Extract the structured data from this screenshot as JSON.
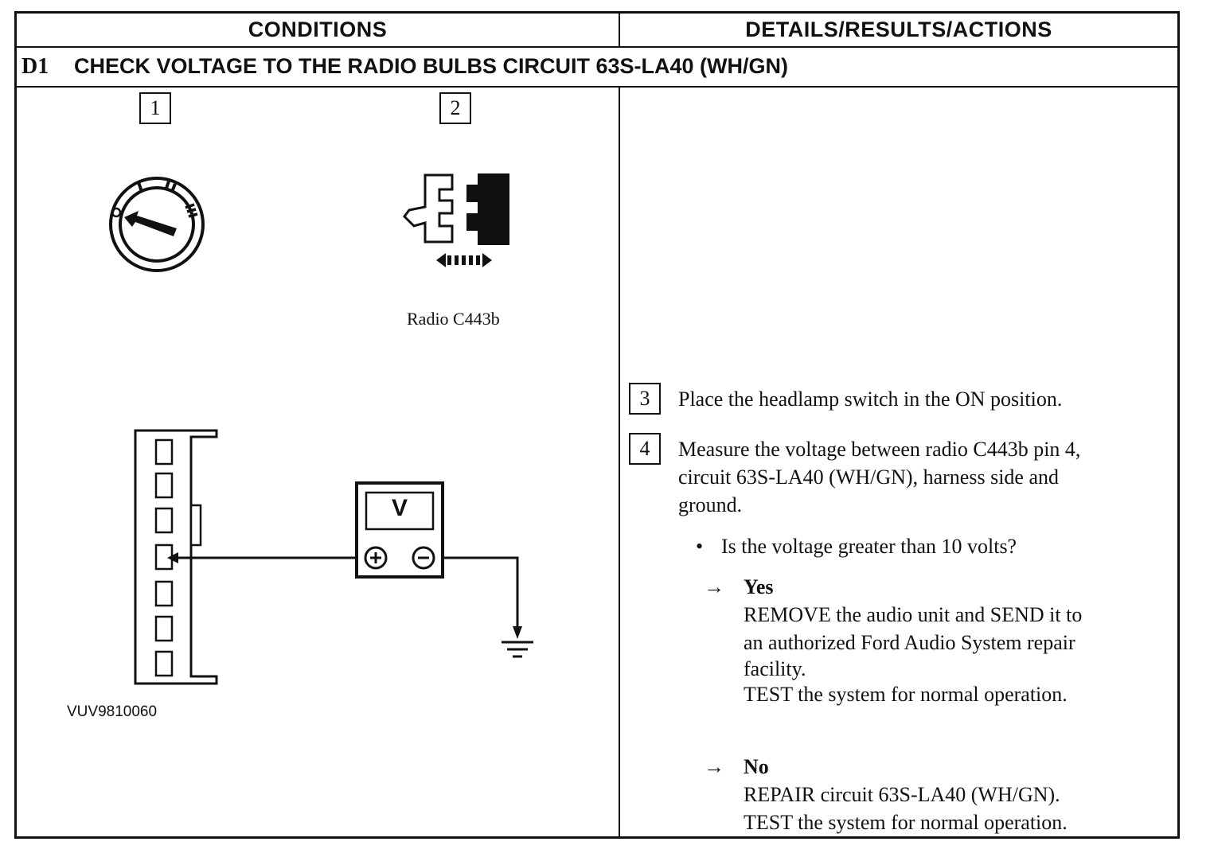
{
  "header": {
    "conditions_label": "CONDITIONS",
    "details_label": "DETAILS/RESULTS/ACTIONS"
  },
  "step": {
    "id": "D1",
    "title": "CHECK VOLTAGE TO THE RADIO BULBS CIRCUIT 63S-LA40 (WH/GN)"
  },
  "conditions": {
    "step1_number": "1",
    "step2_number": "2",
    "connector_caption": "Radio C443b",
    "meter_label": "V",
    "figure_id": "VUV9810060"
  },
  "details": {
    "step3_number": "3",
    "step3_text": "Place the headlamp switch in the ON position.",
    "step4_number": "4",
    "step4_lines": [
      "Measure the voltage between radio C443b pin 4,",
      "circuit 63S-LA40 (WH/GN), harness side and",
      "ground."
    ],
    "question_bullet": "•",
    "question": "Is the voltage greater than 10 volts?",
    "arrow": "→",
    "yes_label": "Yes",
    "yes_lines": [
      "REMOVE the audio unit and SEND it to",
      "an authorized Ford Audio System repair",
      "facility.",
      "TEST the system for normal operation."
    ],
    "no_label": "No",
    "no_lines": [
      "REPAIR circuit 63S-LA40 (WH/GN).",
      "TEST the system for normal operation."
    ]
  }
}
